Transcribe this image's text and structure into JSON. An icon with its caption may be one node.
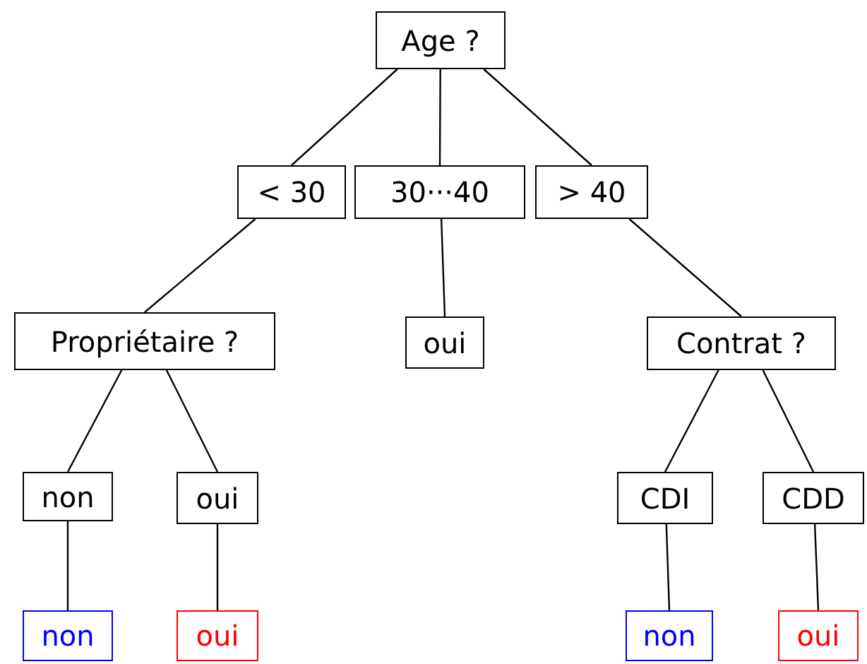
{
  "diagram": {
    "nodes": [
      {
        "text": [
          "Age ?"
        ]
      },
      {
        "text": [
          "< 30"
        ]
      },
      {
        "text": [
          "30···40"
        ]
      },
      {
        "text": [
          "> 40"
        ]
      },
      {
        "text": [
          "Propriétaire ?"
        ]
      },
      {
        "text": [
          "oui"
        ]
      },
      {
        "text": [
          "Contrat ?"
        ]
      },
      {
        "text": [
          "non"
        ]
      },
      {
        "text": [
          "oui"
        ]
      },
      {
        "text": [
          "CDI"
        ]
      },
      {
        "text": [
          "CDD"
        ]
      },
      {
        "text": [
          "non"
        ]
      },
      {
        "text": [
          "oui"
        ]
      },
      {
        "text": [
          "non"
        ]
      },
      {
        "text": [
          "oui"
        ]
      }
    ],
    "edges": [
      {
        "from": 0,
        "to": 1,
        "arrow": "none"
      },
      {
        "from": 0,
        "to": 2,
        "arrow": "none"
      },
      {
        "from": 0,
        "to": 3,
        "arrow": "none"
      },
      {
        "from": 1,
        "to": 4,
        "arrow": "none"
      },
      {
        "from": 2,
        "to": 5,
        "arrow": "none"
      },
      {
        "from": 3,
        "to": 6,
        "arrow": "none"
      },
      {
        "from": 4,
        "to": 7,
        "arrow": "none"
      },
      {
        "from": 4,
        "to": 8,
        "arrow": "none"
      },
      {
        "from": 6,
        "to": 9,
        "arrow": "none"
      },
      {
        "from": 6,
        "to": 10,
        "arrow": "none"
      },
      {
        "from": 7,
        "to": 11,
        "arrow": "none"
      },
      {
        "from": 8,
        "to": 12,
        "arrow": "none"
      },
      {
        "from": 9,
        "to": 13,
        "arrow": "none"
      },
      {
        "from": 10,
        "to": 14,
        "arrow": "none"
      }
    ]
  }
}
